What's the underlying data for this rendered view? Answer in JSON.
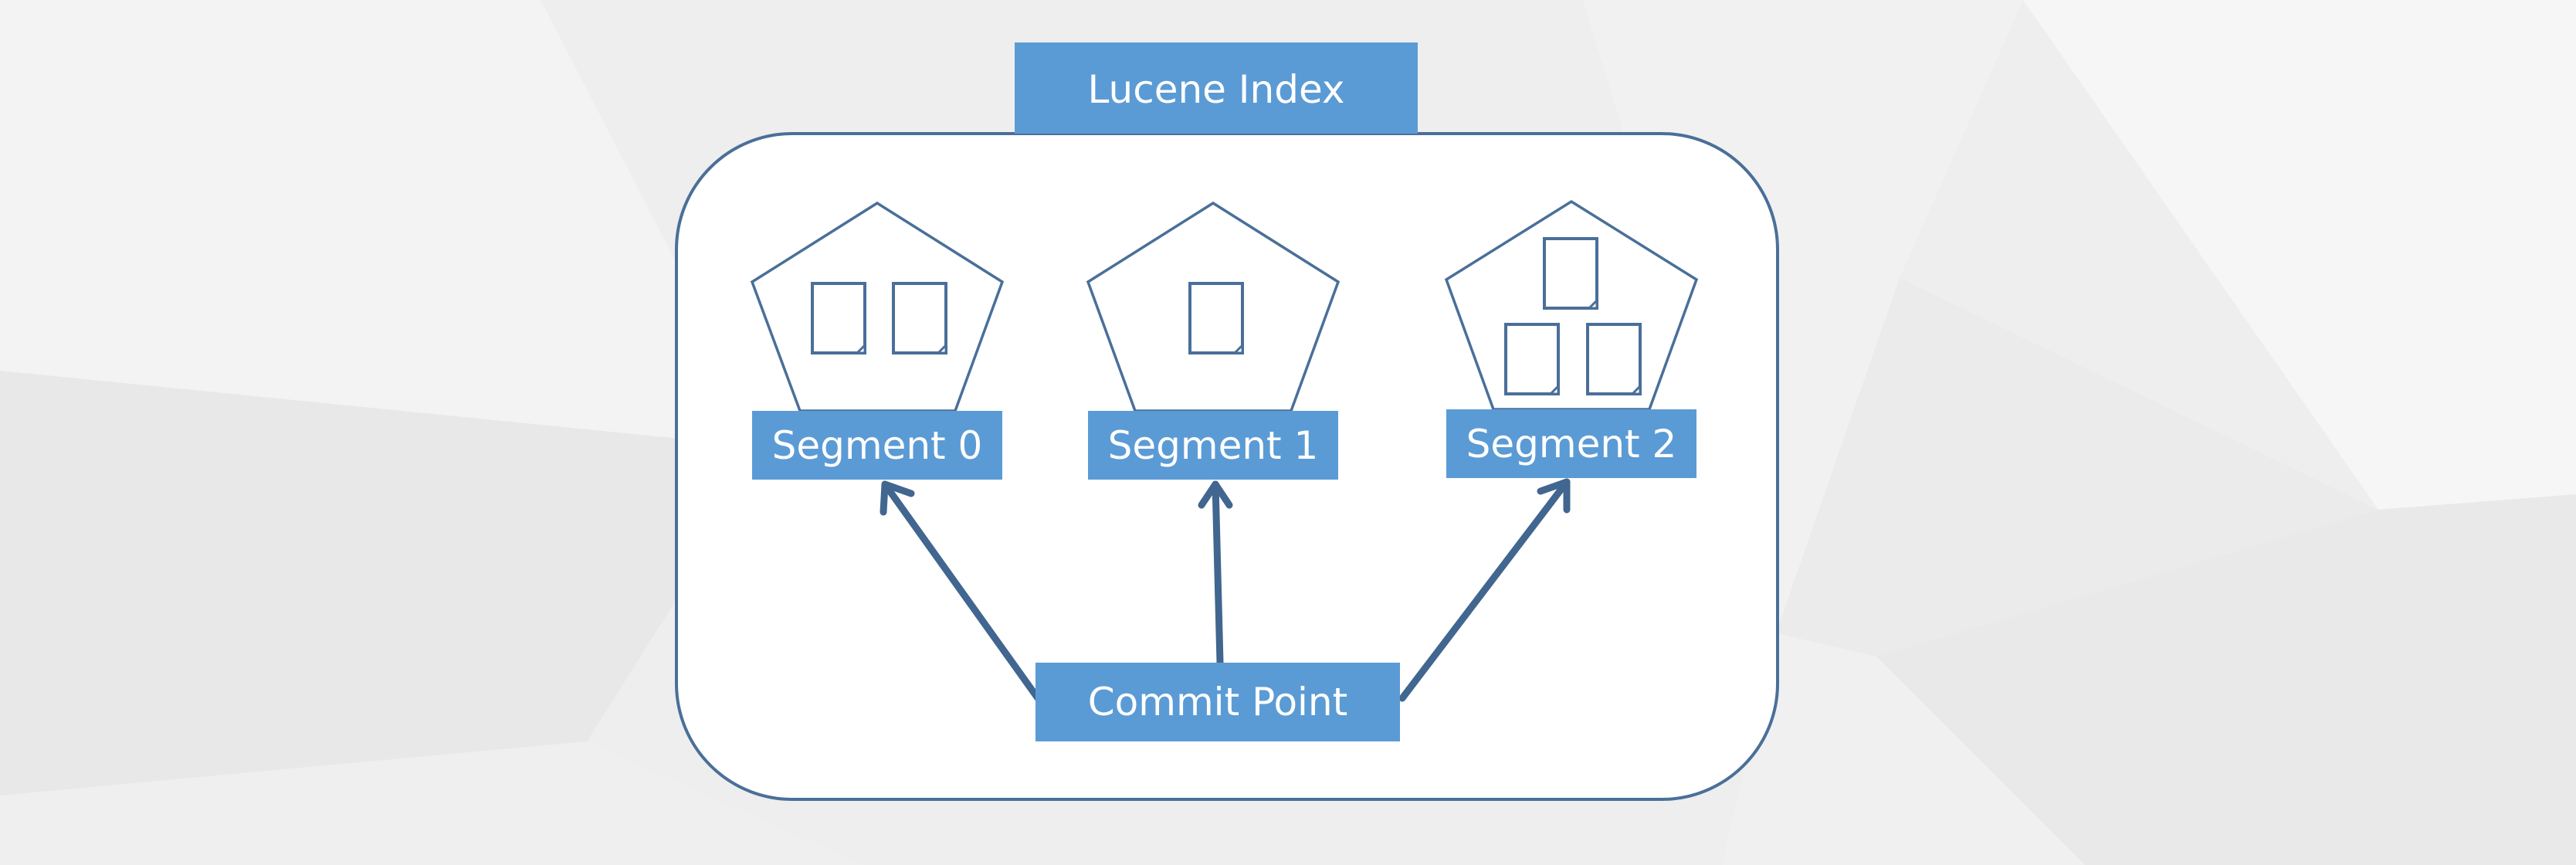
{
  "diagram": {
    "title": "Lucene Index",
    "segments": [
      {
        "label": "Segment 0",
        "documents": 2
      },
      {
        "label": "Segment 1",
        "documents": 1
      },
      {
        "label": "Segment 2",
        "documents": 3
      }
    ],
    "commit_point": "Commit Point",
    "arrows": [
      {
        "from": "Commit Point",
        "to": "Segment 0"
      },
      {
        "from": "Commit Point",
        "to": "Segment 1"
      },
      {
        "from": "Commit Point",
        "to": "Segment 2"
      }
    ]
  },
  "colors": {
    "box_fill": "#5b9bd5",
    "stroke": "#4a6f99",
    "arrow": "#41668f",
    "text": "#ffffff",
    "background": "#ebebeb"
  }
}
